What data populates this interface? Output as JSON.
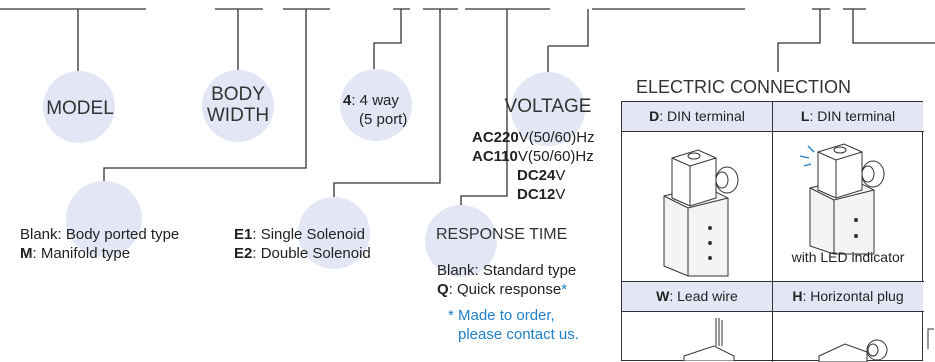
{
  "model": {
    "label": "MODEL"
  },
  "body_width": {
    "line1": "BODY",
    "line2": "WIDTH"
  },
  "way": {
    "code": "4",
    "desc": ": 4 way",
    "port": "(5 port)"
  },
  "voltage": {
    "title": "VOLTAGE",
    "options": [
      {
        "code": "AC220",
        "rest": "V(50/60)Hz"
      },
      {
        "code": "AC110",
        "rest": "V(50/60)Hz"
      },
      {
        "code": "DC24",
        "rest": "V"
      },
      {
        "code": "DC12",
        "rest": "V"
      }
    ]
  },
  "mounting": {
    "blank": "Blank: Body ported type",
    "m_code": "M",
    "m_desc": ": Manifold type"
  },
  "solenoid": {
    "e1_code": "E1",
    "e1_desc": ": Single Solenoid",
    "e2_code": "E2",
    "e2_desc": ": Double Solenoid"
  },
  "response_time": {
    "title": "RESPONSE TIME",
    "blank": "Blank: Standard type",
    "q_code": "Q",
    "q_desc": ": Quick response",
    "asterisk": "*",
    "note_line1": "* Made to order,",
    "note_line2": "please contact us."
  },
  "electric_connection": {
    "title": "ELECTRIC CONNECTION",
    "cells": [
      {
        "code": "D",
        "desc": ": DIN terminal"
      },
      {
        "code": "L",
        "desc": ": DIN terminal"
      },
      {
        "code": "W",
        "desc": ": Lead wire"
      },
      {
        "code": "H",
        "desc": ": Horizontal plug"
      }
    ],
    "led_caption": "with LED indicator"
  },
  "colors": {
    "circle": "#e3e7f5",
    "accent_blue": "#1f7fc7",
    "line": "#333333"
  }
}
